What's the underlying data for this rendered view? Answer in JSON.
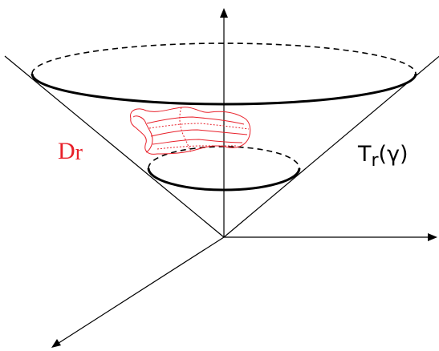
{
  "labels": {
    "domain_label": "D",
    "domain_label_sub": "r",
    "cone_label_main": "T",
    "cone_label_sub": "r",
    "cone_label_arg": "(γ)"
  },
  "colors": {
    "ink": "#000000",
    "domain": "#e8202a"
  }
}
